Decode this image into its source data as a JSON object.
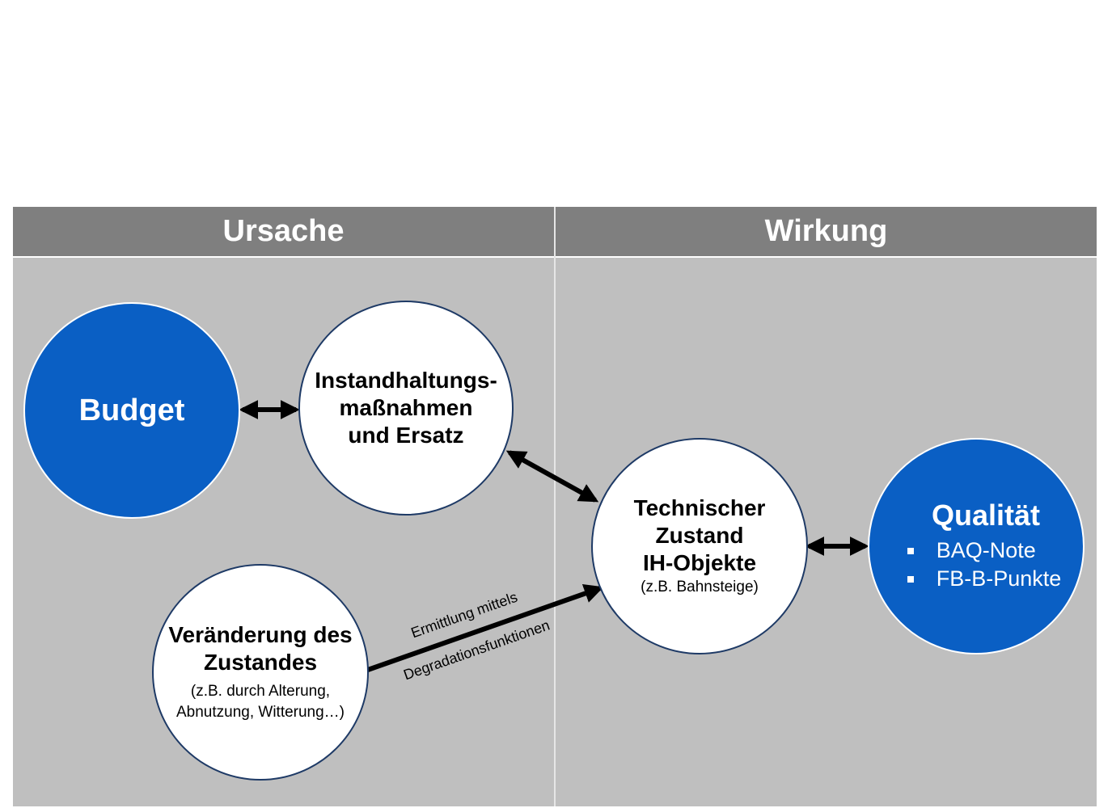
{
  "header": {
    "left": "Ursache",
    "right": "Wirkung"
  },
  "colors": {
    "header_bg": "#7f7f7f",
    "panel_bg": "#bfbfbf",
    "node_blue": "#0a5fc4",
    "node_white": "#ffffff"
  },
  "nodes": {
    "budget": {
      "title": "Budget"
    },
    "instandhaltung": {
      "title": "Instandhaltungs-\nmaßnahmen\nund Ersatz"
    },
    "technischer": {
      "title": "Technischer\nZustand\nIH-Objekte",
      "sub": "(z.B. Bahnsteige)"
    },
    "qualitaet": {
      "title": "Qualität",
      "bullets": [
        "BAQ-Note",
        "FB-B-Punkte"
      ]
    },
    "veraenderung": {
      "title": "Veränderung des\nZustandes",
      "sub": "(z.B. durch Alterung,\nAbnutzung, Witterung…)"
    }
  },
  "edge_label": {
    "line1": "Ermittlung mittels",
    "line2": "Degradationsfunktionen"
  }
}
